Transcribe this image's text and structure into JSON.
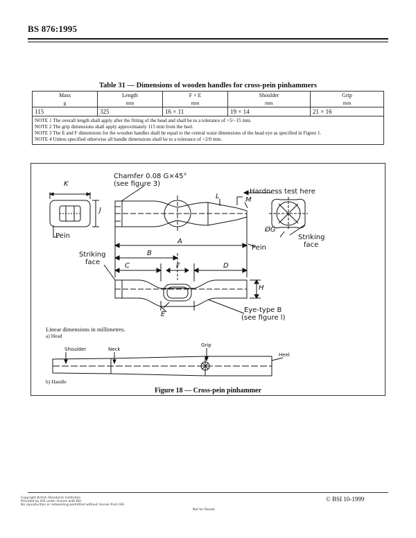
{
  "header": {
    "standard": "BS 876:1995"
  },
  "table": {
    "caption": "Table 31 — Dimensions of wooden handles for cross-pein pinhammers",
    "columns": [
      {
        "name": "Mass",
        "unit": "g"
      },
      {
        "name": "Length",
        "unit": "mm"
      },
      {
        "name": "F × E",
        "unit": "mm"
      },
      {
        "name": "Shoulder",
        "unit": "mm"
      },
      {
        "name": "Grip",
        "unit": "mm"
      }
    ],
    "rows": [
      [
        "115",
        "325",
        "16 × 11",
        "19 × 14",
        "21 × 16"
      ]
    ],
    "notes": [
      "NOTE 1  The overall length shall apply after the fitting of the head and shall be to a tolerance of +5/−15 mm.",
      "NOTE 2  The grip dimensions shall apply approximately 115 mm from the heel.",
      "NOTE 3  The E and F dimensions for the wooden handles shall be equal to the central waist dimensions of the head eye as specified in Figure 1.",
      "NOTE 4  Unless specified otherwise all handle dimensions shall be to a tolerance of +2/0 mm."
    ]
  },
  "figure": {
    "labels": {
      "k": "K",
      "j": "J",
      "pein_left": "Pein",
      "chamfer_1": "Chamfer 0.08 G×45°",
      "chamfer_2": "(see figure 3)",
      "l": "L",
      "m": "M",
      "hardness": "Hardness test here",
      "phi_g": "ØG",
      "striking_right_1": "Striking",
      "striking_right_2": "face",
      "pein_right": "Pein",
      "a": "A",
      "striking_left_1": "Striking",
      "striking_left_2": "face",
      "b": "B",
      "c": "C",
      "f": "F",
      "d": "D",
      "h": "H",
      "e": "E",
      "eye_type_1": "Eye-type B",
      "eye_type_2": "(see figure l)",
      "shoulder": "Shoulder",
      "neck": "Neck",
      "grip": "Grip",
      "heel": "Heel"
    },
    "linear_note": "Linear dimensions in millimetres.",
    "sub_a": "a) Head",
    "sub_b": "b) Handle",
    "caption": "Figure 18 — Cross-pein pinhammer"
  },
  "footer": {
    "copyright_lines": [
      "Copyright British Standards Institution",
      "Provided by IHS under license with BSI",
      "No reproduction or networking permitted without license from IHS"
    ],
    "resale": "Not for Resale",
    "bsi": "© BSI 10-1999"
  }
}
